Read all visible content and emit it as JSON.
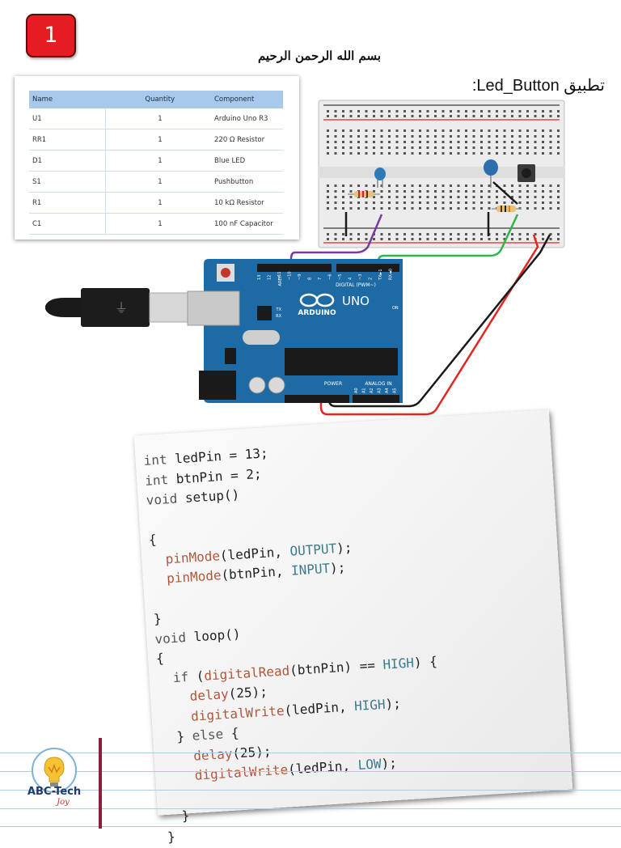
{
  "page_number": "1",
  "basmala": "بسم الله الرحمن الرحيم",
  "app_title": "تطبيق Led_Button:",
  "components_table": {
    "headers": [
      "Name",
      "Quantity",
      "Component"
    ],
    "rows": [
      [
        "U1",
        "1",
        "Arduino Uno R3"
      ],
      [
        "RR1",
        "1",
        "220 Ω Resistor"
      ],
      [
        "D1",
        "1",
        "Blue LED"
      ],
      [
        "S1",
        "1",
        "Pushbutton"
      ],
      [
        "R1",
        "1",
        "10 kΩ Resistor"
      ],
      [
        "C1",
        "1",
        "100 nF Capacitor"
      ]
    ]
  },
  "board": {
    "analog_label": "ANALOG IN",
    "power_label": "POWER",
    "digital_label": "DIGITAL (PWM~)",
    "brand": "ARDUINO",
    "model": "UNO",
    "tx_label": "TX",
    "rx_label": "RX",
    "aref_label": "AREF",
    "on_label": "ON",
    "digital_pins": [
      "13",
      "12",
      "~11",
      "~10",
      "~9",
      "8",
      "7",
      "~6",
      "~5",
      "4",
      "~3",
      "2",
      "TX►1",
      "RX◄0"
    ],
    "analog_pins": [
      "A0",
      "A1",
      "A2",
      "A3",
      "A4",
      "A5"
    ],
    "colors": {
      "board": "#1e6aa4",
      "wire_purple": "#7a3aa0",
      "wire_green": "#2db54a",
      "wire_red": "#e52520",
      "wire_black": "#1a1a1a",
      "led": "#2d7ab8"
    }
  },
  "code_lines": [
    [
      [
        "kw",
        "int"
      ],
      [
        "t",
        " ledPin = 13;"
      ]
    ],
    [
      [
        "kw",
        "int"
      ],
      [
        "t",
        " btnPin = 2;"
      ]
    ],
    [
      [
        "kw",
        "void"
      ],
      [
        "t",
        " setup()"
      ]
    ],
    [
      [
        "t",
        ""
      ]
    ],
    [
      [
        "t",
        "{"
      ]
    ],
    [
      [
        "t",
        "  "
      ],
      [
        "fn",
        "pinMode"
      ],
      [
        "t",
        "(ledPin, "
      ],
      [
        "cn",
        "OUTPUT"
      ],
      [
        "t",
        ");"
      ]
    ],
    [
      [
        "t",
        "  "
      ],
      [
        "fn",
        "pinMode"
      ],
      [
        "t",
        "(btnPin, "
      ],
      [
        "cn",
        "INPUT"
      ],
      [
        "t",
        ");"
      ]
    ],
    [
      [
        "t",
        ""
      ]
    ],
    [
      [
        "t",
        "}"
      ]
    ],
    [
      [
        "kw",
        "void"
      ],
      [
        "t",
        " loop()"
      ]
    ],
    [
      [
        "t",
        "{"
      ]
    ],
    [
      [
        "t",
        "  "
      ],
      [
        "kw",
        "if"
      ],
      [
        "t",
        " ("
      ],
      [
        "fn",
        "digitalRead"
      ],
      [
        "t",
        "(btnPin) == "
      ],
      [
        "cn",
        "HIGH"
      ],
      [
        "t",
        ") {"
      ]
    ],
    [
      [
        "t",
        "    "
      ],
      [
        "fn",
        "delay"
      ],
      [
        "t",
        "(25);"
      ]
    ],
    [
      [
        "t",
        "    "
      ],
      [
        "fn",
        "digitalWrite"
      ],
      [
        "t",
        "(ledPin, "
      ],
      [
        "cn",
        "HIGH"
      ],
      [
        "t",
        ");"
      ]
    ],
    [
      [
        "t",
        "  } "
      ],
      [
        "kw",
        "else"
      ],
      [
        "t",
        " {"
      ]
    ],
    [
      [
        "t",
        "    "
      ],
      [
        "fn",
        "delay"
      ],
      [
        "t",
        "(25);"
      ]
    ],
    [
      [
        "t",
        "    "
      ],
      [
        "fn",
        "digitalWrite"
      ],
      [
        "t",
        "(ledPin, "
      ],
      [
        "cn",
        "LOW"
      ],
      [
        "t",
        ");"
      ]
    ],
    [
      [
        "t",
        ""
      ]
    ],
    [
      [
        "t",
        "  }"
      ]
    ],
    [
      [
        "t",
        "}"
      ]
    ]
  ],
  "logo": {
    "line1": "ABC-Tech",
    "line2": "Joy"
  }
}
